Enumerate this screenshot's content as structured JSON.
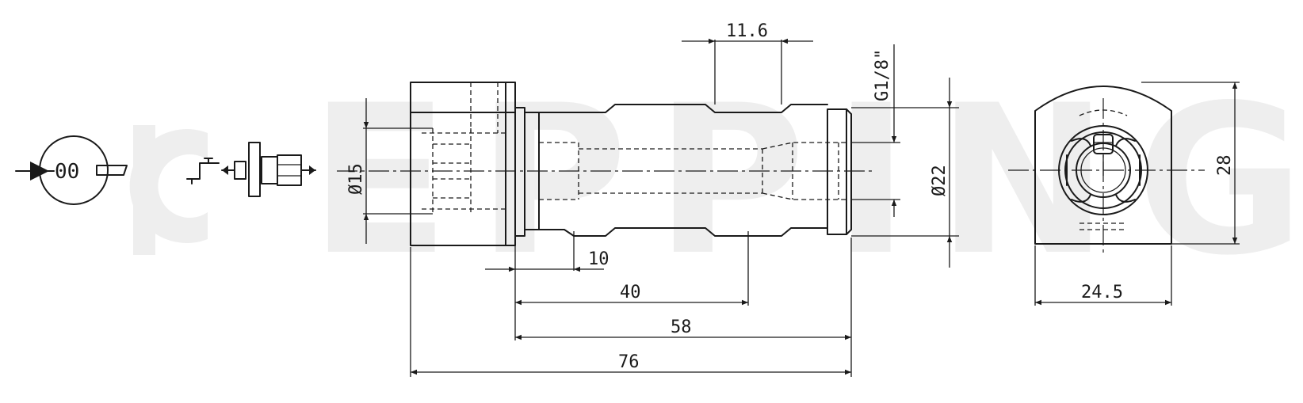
{
  "watermark": "EPPINGER",
  "symbol": {
    "text": "00"
  },
  "dimensions": {
    "d_11_6": "11.6",
    "d_g18": "G1/8\"",
    "d_15": "Ø15",
    "d_22": "Ø22",
    "d_10": "10",
    "d_40": "40",
    "d_58": "58",
    "d_76": "76",
    "d_28": "28",
    "d_24_5": "24.5"
  }
}
